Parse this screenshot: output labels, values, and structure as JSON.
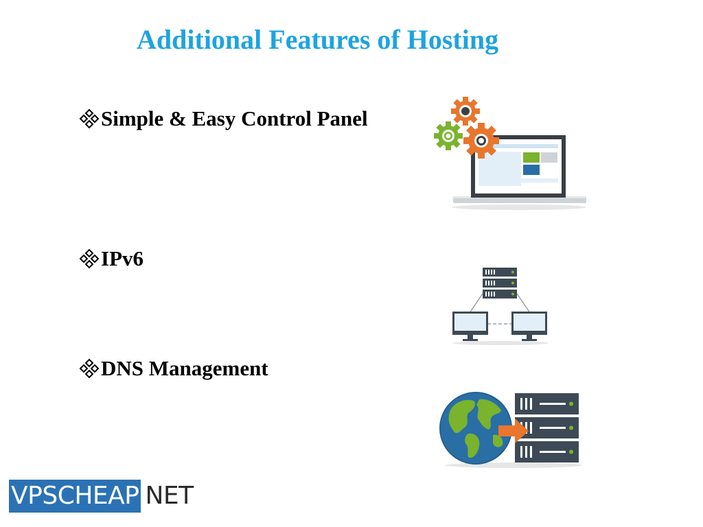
{
  "slide": {
    "title": "Additional Features of Hosting",
    "features": [
      {
        "label": "Simple & Easy Control Panel",
        "icon": "control-panel-gears-icon"
      },
      {
        "label": "IPv6",
        "icon": "network-servers-icon"
      },
      {
        "label": "DNS Management",
        "icon": "globe-server-icon"
      }
    ],
    "bullet_icon": "four-diamond-bullet-icon"
  },
  "logo": {
    "box_text": "VPSCHEAP",
    "suffix_text": "NET"
  },
  "colors": {
    "title": "#1fa3e0",
    "logo_blue": "#2b72b5",
    "gear_orange": "#e8762d",
    "gear_green": "#7ab32e",
    "server_dark": "#3d4a55",
    "globe_blue": "#2a6ea6",
    "monitor_blue": "#2a5f8f"
  }
}
